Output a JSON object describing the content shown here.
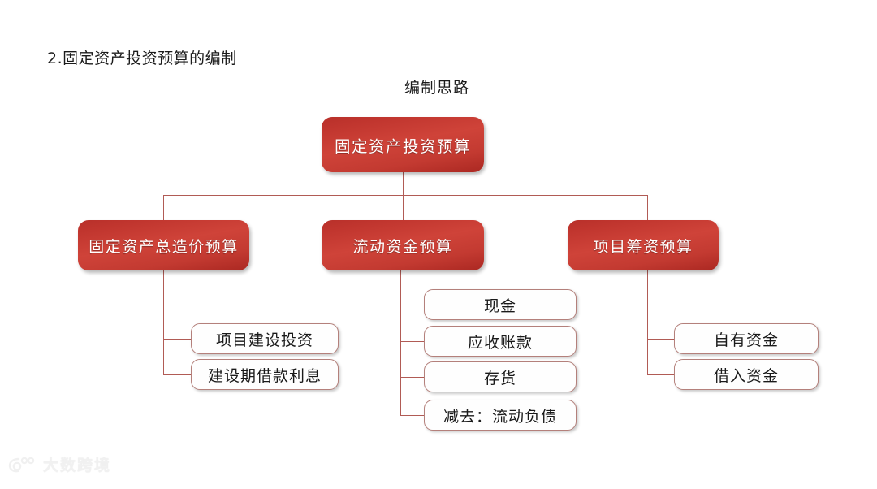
{
  "slide": {
    "title": "2.固定资产投资预算的编制",
    "caption": "编制思路"
  },
  "diagram": {
    "type": "org-tree",
    "root": {
      "label": "固定资产投资预算"
    },
    "branches": [
      {
        "label": "固定资产总造价预算",
        "children": [
          {
            "label": "项目建设投资"
          },
          {
            "label": "建设期借款利息"
          }
        ]
      },
      {
        "label": "流动资金预算",
        "children": [
          {
            "label": "现金"
          },
          {
            "label": "应收账款"
          },
          {
            "label": "存货"
          },
          {
            "label": "减去：流动负债"
          }
        ]
      },
      {
        "label": "项目筹资预算",
        "children": [
          {
            "label": "自有资金"
          },
          {
            "label": "借入资金"
          }
        ]
      }
    ]
  },
  "colors": {
    "node_red_dark": "#ab2822",
    "node_red_light": "#cf4339",
    "connector": "#b15b55",
    "leaf_border": "#b4807b",
    "text_dark": "#1b1b1b",
    "background": "#ffffff"
  },
  "watermark": {
    "text": "大数跨境",
    "icon": "watermark-logo-icon"
  }
}
